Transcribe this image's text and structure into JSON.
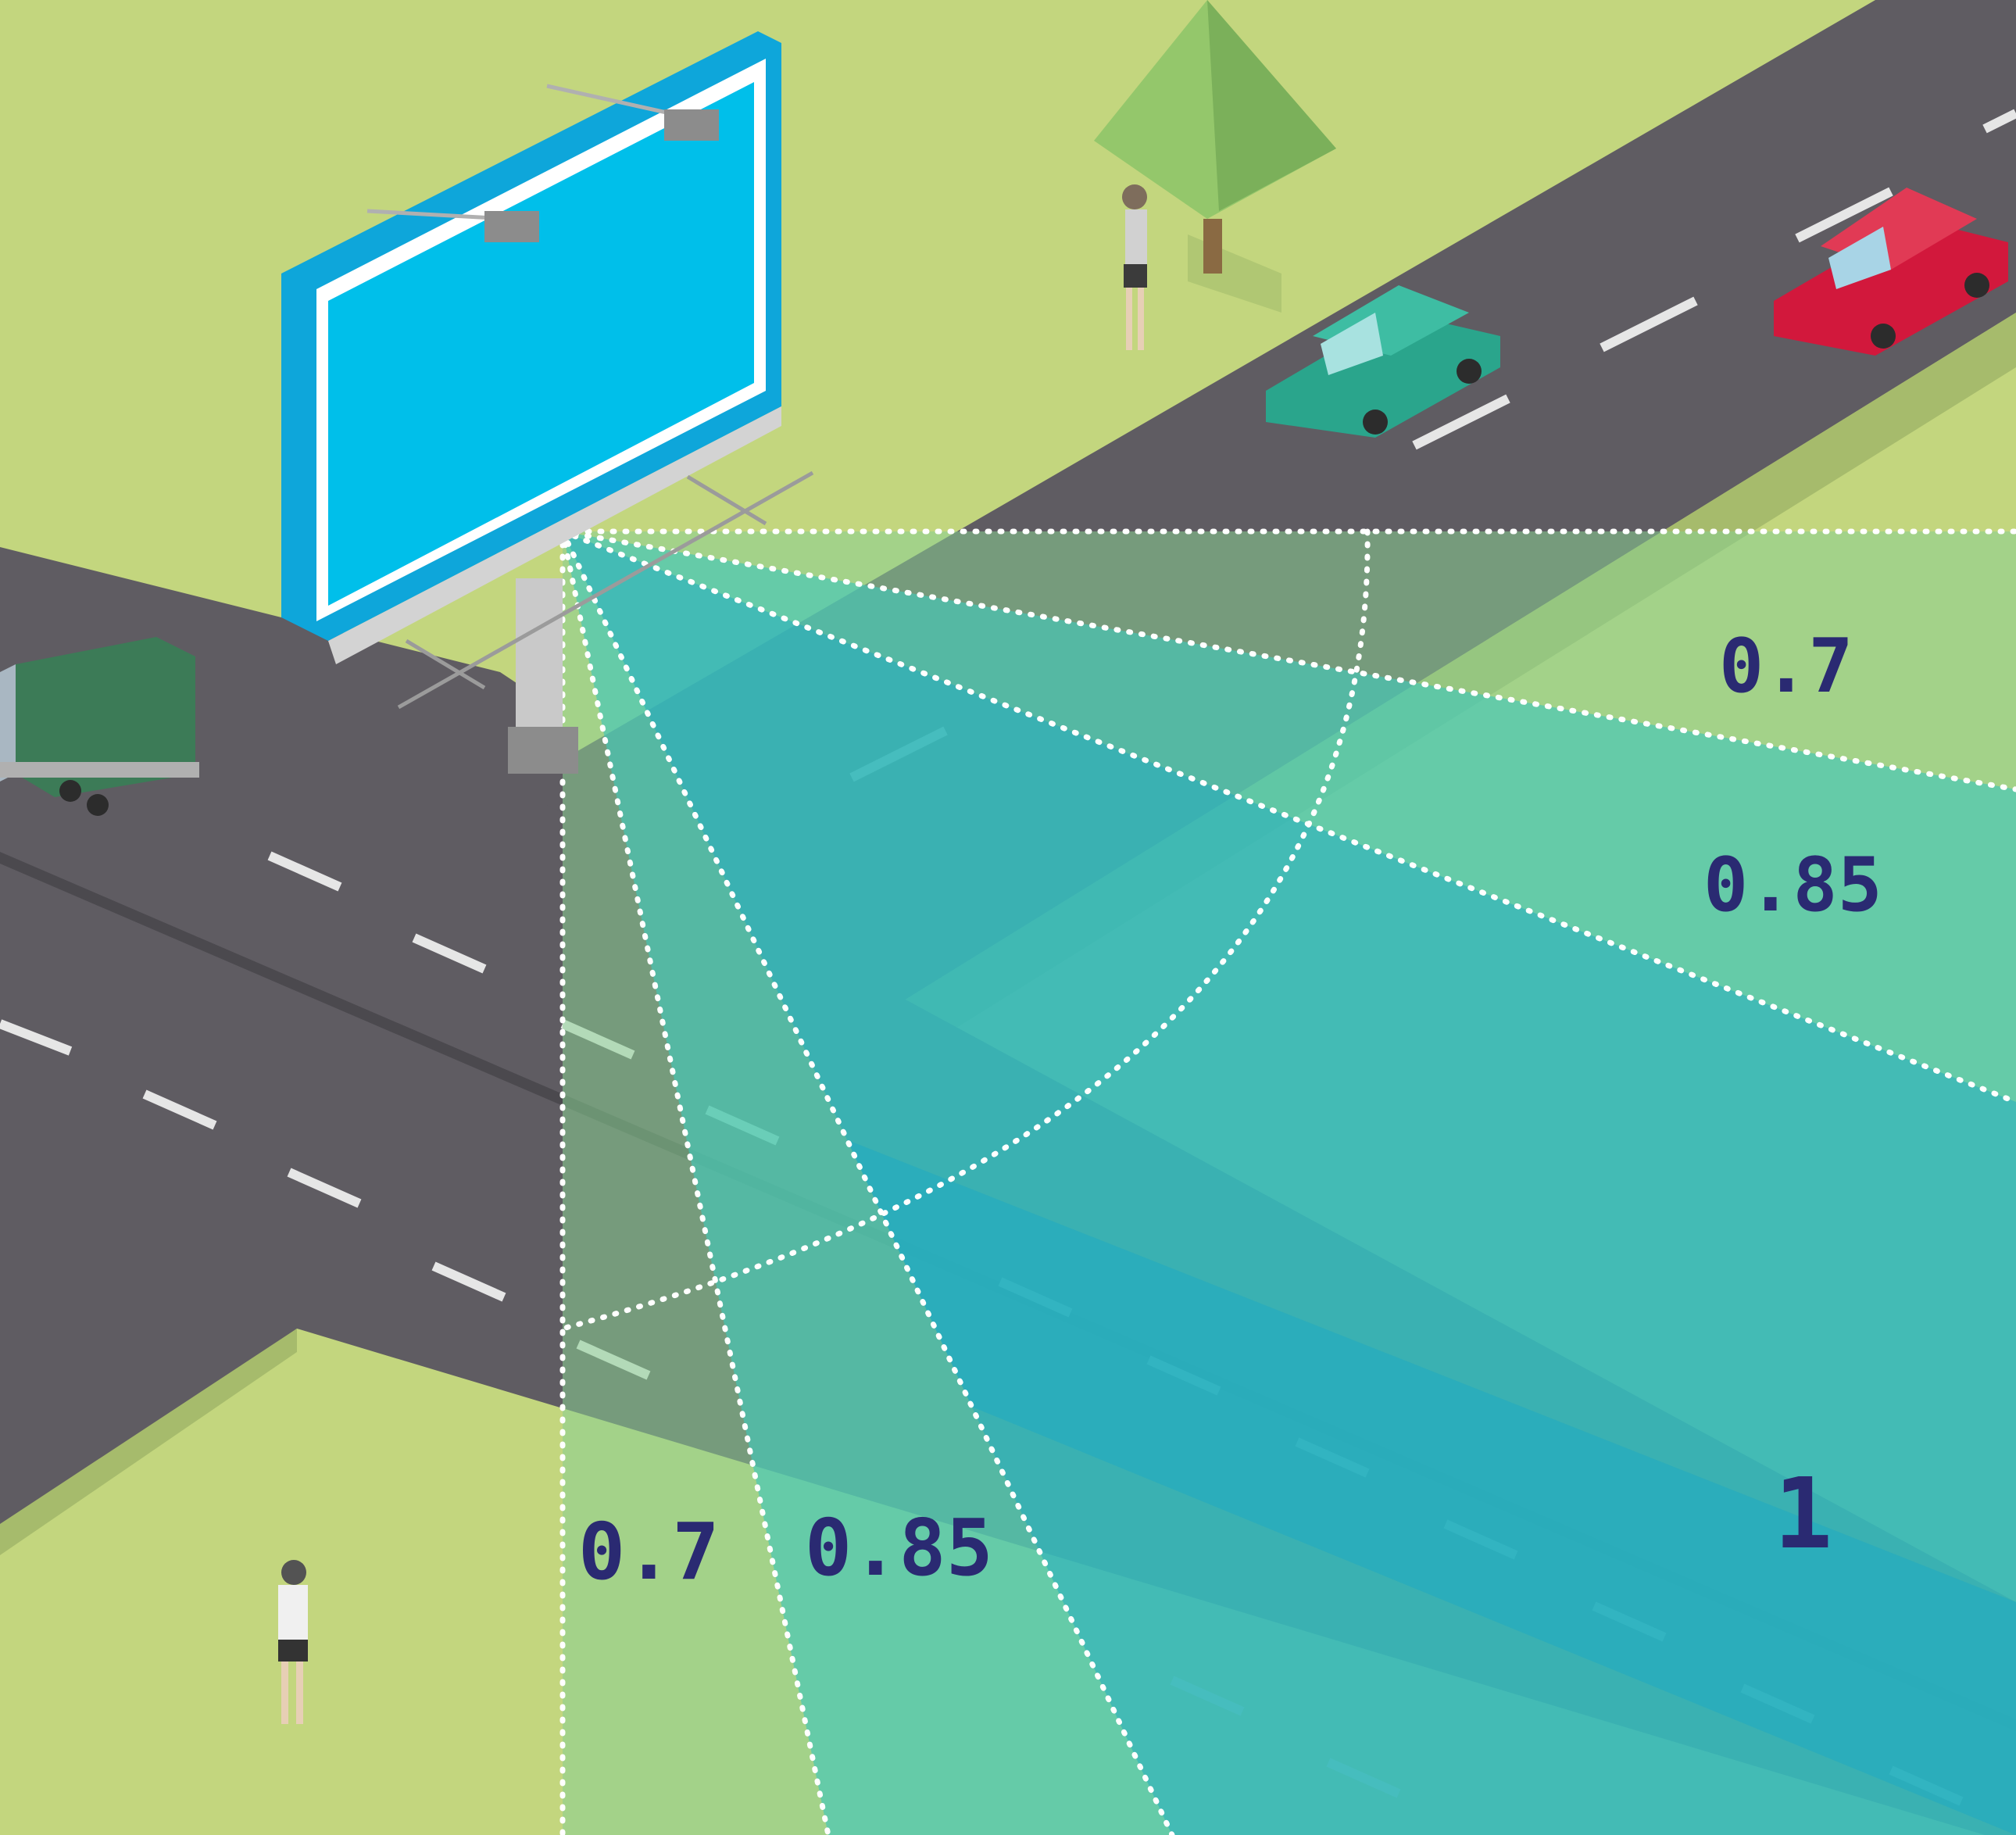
{
  "labels": {
    "right_0_7": "0.7",
    "right_0_85": "0.85",
    "center_1": "1",
    "bottom_0_7": "0.7",
    "bottom_0_85": "0.85"
  },
  "colors": {
    "grass": "#c3d67e",
    "grass_shadow": "#a6bb6c",
    "road": "#5f5c62",
    "road_edge": "#4b494e",
    "lane_mark": "#e6e6e6",
    "billboard_frame": "#0ea6da",
    "billboard_screen": "#00bfea",
    "zone_inner": "#1aa9c6",
    "zone_mid": "#43c7b8",
    "zone_outer": "#88d092",
    "label": "#2a2a72",
    "car_green": "#2aa58c",
    "car_red": "#d2183c",
    "truck": "#3c7b57",
    "tree": "#94c76b"
  },
  "icons": [
    "billboard-icon",
    "tree-icon",
    "pedestrian-icon",
    "car-icon",
    "truck-icon"
  ]
}
